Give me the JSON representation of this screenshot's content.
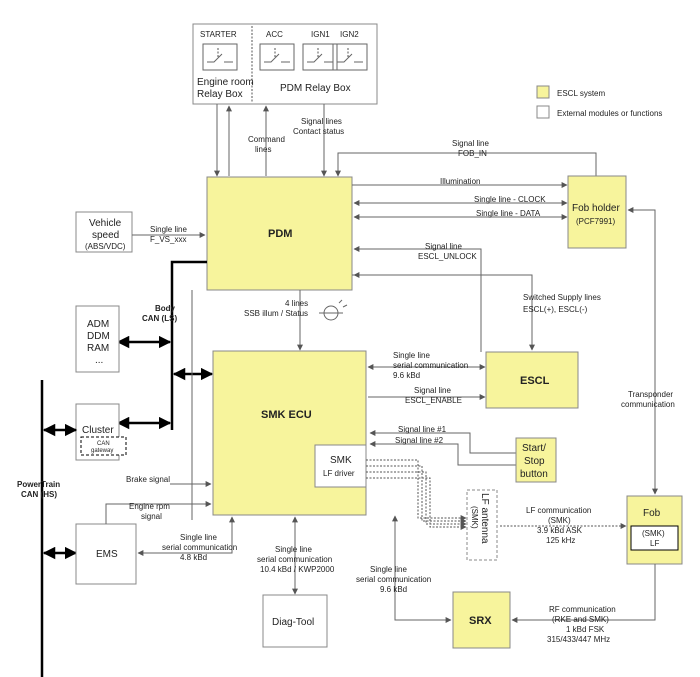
{
  "legend": {
    "escl": "ESCL system",
    "external": "External modules or functions",
    "colors": {
      "escl": "#f7f49c",
      "external": "#ffffff"
    }
  },
  "relay": {
    "starter": "STARTER",
    "acc": "ACC",
    "ign1": "IGN1",
    "ign2": "IGN2",
    "engine_room_1": "Engine room",
    "engine_room_2": "Relay Box",
    "pdm_relay_box": "PDM Relay Box"
  },
  "boxes": {
    "pdm": "PDM",
    "smk_ecu": "SMK ECU",
    "smk_lf_1": "SMK",
    "smk_lf_2": "LF driver",
    "escl": "ESCL",
    "fob_holder_1": "Fob holder",
    "fob_holder_2": "(PCF7991)",
    "start_stop_1": "Start/",
    "start_stop_2": "Stop",
    "start_stop_3": "button",
    "fob": "Fob",
    "fob_smk": "(SMK)",
    "fob_lf": "LF",
    "srx": "SRX",
    "diag_tool": "Diag-Tool",
    "ems": "EMS",
    "vehicle_speed_1": "Vehicle",
    "vehicle_speed_2": "speed",
    "vehicle_speed_3": "(ABS/VDC)",
    "adm_1": "ADM",
    "adm_2": "DDM",
    "adm_3": "RAM",
    "adm_4": "...",
    "cluster": "Cluster",
    "can_gateway_1": "CAN",
    "can_gateway_2": "gateway",
    "lf_antenna_1": "LF antenna",
    "lf_antenna_2": "(SMK)"
  },
  "labels": {
    "command_lines_1": "Command",
    "command_lines_2": "lines",
    "signal_lines_1": "Signal lines",
    "signal_lines_2": "Contact status",
    "fob_in_1": "Signal line",
    "fob_in_2": "FOB_IN",
    "illumination": "Illumination",
    "clock": "Single line - CLOCK",
    "data": "Single line - DATA",
    "vs_1": "Single line",
    "vs_2": "F_VS_xxx",
    "unlock_1": "Signal line",
    "unlock_2": "ESCL_UNLOCK",
    "switched_1": "Switched Supply lines",
    "switched_2": "ESCL(+), ESCL(-)",
    "four_lines_1": "4 lines",
    "four_lines_2": "SSB illum / Status",
    "body_can_1": "Body",
    "body_can_2": "CAN (LS)",
    "serial_1": "Single line",
    "serial_2": "serial communication",
    "serial_3": "9.6 kBd",
    "enable_1": "Signal line",
    "enable_2": "ESCL_ENABLE",
    "signal1": "Signal line #1",
    "signal2": "Signal line #2",
    "transponder_1": "Transponder",
    "transponder_2": "communication",
    "brake": "Brake signal",
    "rpm_1": "Engine rpm",
    "rpm_2": "signal",
    "powertrain_1": "PowerTrain",
    "powertrain_2": "CAN (HS)",
    "ems_serial_1": "Single line",
    "ems_serial_2": "serial communication",
    "ems_serial_3": "4.8 kBd",
    "diag_serial_1": "Single line",
    "diag_serial_2": "serial communication",
    "diag_serial_3": "10.4 kBd / KWP2000",
    "srx_serial_1": "Single line",
    "srx_serial_2": "serial communication",
    "srx_serial_3": "9.6 kBd",
    "lf_comm_1": "LF communication",
    "lf_comm_2": "(SMK)",
    "lf_comm_3": "3.9 kBd ASK",
    "lf_comm_4": "125 kHz",
    "rf_comm_1": "RF communication",
    "rf_comm_2": "(RKE and SMK)",
    "rf_comm_3": "1 kBd FSK",
    "rf_comm_4": "315/433/447 MHz"
  }
}
